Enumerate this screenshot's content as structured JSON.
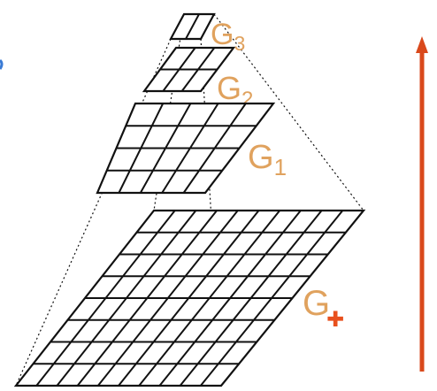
{
  "colors": {
    "grid": "#111111",
    "label": "#e0a25e",
    "arrow": "#d9491c",
    "marker": "#e8501e",
    "left_dot": "#3a7bd5"
  },
  "levels": [
    {
      "letter": "G",
      "sub": "3",
      "rows": 1,
      "cols": 2
    },
    {
      "letter": "G",
      "sub": "2",
      "rows": 2,
      "cols": 3
    },
    {
      "letter": "G",
      "sub": "1",
      "rows": 4,
      "cols": 5
    },
    {
      "letter": "G",
      "sub": "",
      "rows": 8,
      "cols": 10
    }
  ],
  "arrow_direction": "up",
  "marker_symbol": "✚"
}
